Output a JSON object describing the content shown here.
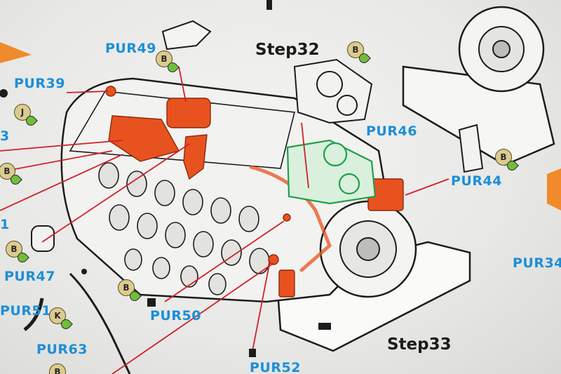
{
  "steps": {
    "step32": "Step32",
    "step33": "Step33"
  },
  "parts": {
    "pur49": "PUR49",
    "pur39": "PUR39",
    "pur46": "PUR46",
    "pur44": "PUR44",
    "pur47": "PUR47",
    "pur51": "PUR51",
    "pur50": "PUR50",
    "pur63": "PUR63",
    "pur52": "PUR52",
    "pur34": "PUR34",
    "partial_1": "1",
    "partial_3": "3"
  },
  "badges": {
    "b": "B",
    "j": "J",
    "k": "K"
  },
  "colors": {
    "label_blue": "#1b8fd8",
    "highlight_orange": "#e8521e",
    "highlight_green": "#1fa04a",
    "leader_red": "#d0202a",
    "ink": "#1c1c1c"
  }
}
